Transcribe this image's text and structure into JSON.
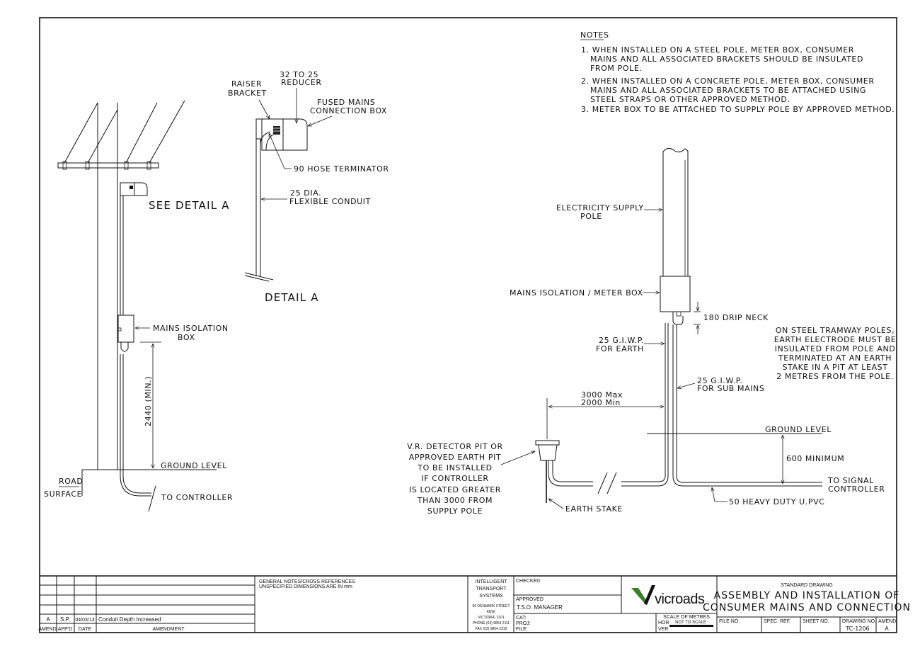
{
  "notes": {
    "heading": "NOTES",
    "n1": [
      "1. WHEN INSTALLED ON A STEEL POLE, METER BOX, CONSUMER",
      "MAINS AND ALL ASSOCIATED BRACKETS SHOULD BE INSULATED",
      "FROM POLE."
    ],
    "n2": [
      "2. WHEN INSTALLED ON A CONCRETE POLE, METER BOX, CONSUMER",
      "MAINS AND ALL ASSOCIATED BRACKETS TO BE ATTACHED USING",
      "STEEL STRAPS OR OTHER APPROVED METHOD."
    ],
    "n3": "3. METER BOX TO BE ATTACHED TO SUPPLY POLE BY APPROVED METHOD."
  },
  "left": {
    "see_detail": "SEE DETAIL A",
    "mains_isolation_box": [
      "MAINS ISOLATION",
      "BOX"
    ],
    "dimension": "2440 (MIN.)",
    "ground_level": "GROUND LEVEL",
    "road_surface": [
      "ROAD",
      "SURFACE"
    ],
    "to_controller": "TO CONTROLLER"
  },
  "detail": {
    "title": "DETAIL A",
    "raiser_bracket": [
      "RAISER",
      "BRACKET"
    ],
    "reducer": [
      "32 TO 25",
      "REDUCER"
    ],
    "fused_box": [
      "FUSED MAINS",
      "CONNECTION BOX"
    ],
    "hose_terminator": "90 HOSE TERMINATOR",
    "flexible_conduit": [
      "25 DIA.",
      "FLEXIBLE CONDUIT"
    ]
  },
  "right": {
    "supply_pole": [
      "ELECTRICITY SUPPLY",
      "POLE"
    ],
    "meter_box": "MAINS ISOLATION / METER BOX",
    "drip_neck": "180 DRIP NECK",
    "earth_giwp": [
      "25 G.I.W.P.",
      "FOR EARTH"
    ],
    "sub_mains_giwp": [
      "25 G.I.W.P.",
      "FOR SUB MAINS"
    ],
    "distance": [
      "3000 Max",
      "2000 Min"
    ],
    "ground_level": "GROUND LEVEL",
    "minimum": "600 MINIMUM",
    "to_signal": [
      "TO SIGNAL",
      "CONTROLLER"
    ],
    "upvc": "50 HEAVY DUTY U.PVC",
    "earth_stake": "EARTH STAKE",
    "detector_pit": [
      "V.R. DETECTOR PIT OR",
      "APPROVED EARTH PIT",
      "TO BE INSTALLED",
      "IF CONTROLLER",
      "IS LOCATED GREATER",
      "THAN 3000 FROM",
      "SUPPLY POLE"
    ],
    "tramway_note": [
      "ON STEEL TRAMWAY POLES,",
      "EARTH ELECTRODE MUST BE",
      "INSULATED FROM POLE AND",
      "TERMINATED AT AN EARTH",
      "STAKE IN A PIT AT LEAST",
      "2 METRES FROM THE POLE."
    ]
  },
  "titleblock": {
    "amend_row": {
      "amend": "A",
      "appd": "S.P.",
      "date": "04/03/13",
      "amendment": "Conduit Depth Increased"
    },
    "col_headers": {
      "amend": "AMEND.",
      "appd": "APP'D",
      "date": "DATE",
      "amendment": "AMENDMENT"
    },
    "general_notes": [
      "GENERAL NOTES/CROSS REFERENCES",
      "UNSPECIFIED DIMENSIONS ARE IN mm"
    ],
    "org": [
      "INTELLIGENT",
      "TRANSPORT",
      "SYSTEMS"
    ],
    "address": [
      "60 DENMARK STREET",
      "KEW,",
      "VICTORIA, 3101",
      "PHONE (03) 9854 2111",
      "FAX (03) 9854 2319"
    ],
    "checked": "CHECKED",
    "approved": "APPROVED",
    "approver": "T.S.O. MANAGER",
    "cat": "CAT:",
    "proj": "PROJ:",
    "file": "FILE:",
    "logo_text": "vicroads",
    "scale_label": "SCALE OF METRES",
    "hor": "HOR",
    "ver": "VER",
    "not_to_scale": "NOT TO SCALE",
    "std_drawing": "STANDARD DRAWING",
    "title": [
      "ASSEMBLY AND INSTALLATION OF",
      "CONSUMER MAINS AND CONNECTION"
    ],
    "file_no": "FILE NO.",
    "spec_ref": "SPEC. REF.",
    "sheet_no": "SHEET NO.",
    "drawing_no_label": "DRAWING NO.",
    "drawing_no": "TC-1206",
    "amend_label": "AMEND.",
    "amend_value": "A"
  }
}
